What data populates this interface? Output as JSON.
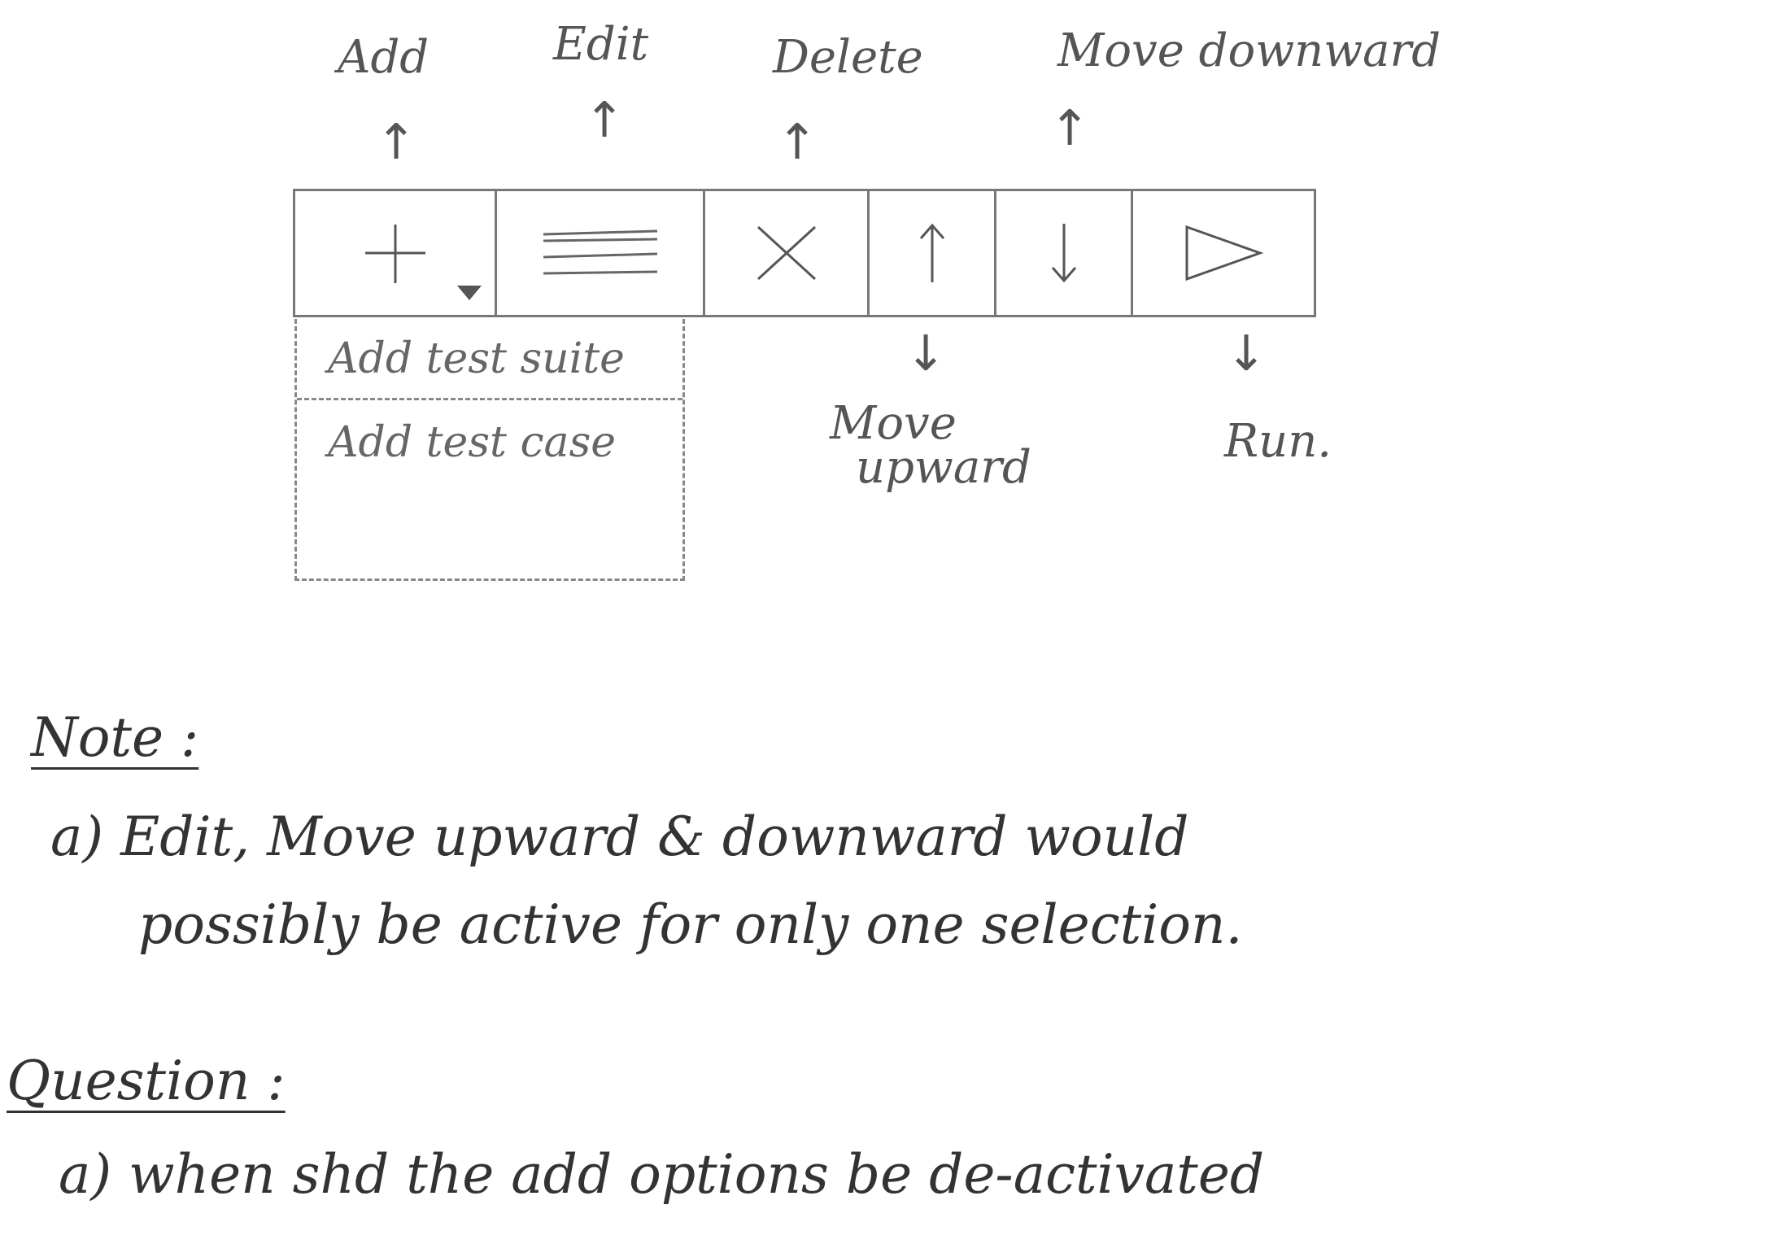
{
  "top_labels": {
    "add": "Add",
    "edit": "Edit",
    "delete": "Delete",
    "move_downward": "Move downward"
  },
  "bottom_labels": {
    "move_upward_line1": "Move",
    "move_upward_line2": "upward",
    "run": "Run."
  },
  "toolbar": {
    "buttons": [
      {
        "name": "add",
        "icon": "plus-icon",
        "has_dropdown": true
      },
      {
        "name": "edit",
        "icon": "menu-lines-icon"
      },
      {
        "name": "delete",
        "icon": "close-icon"
      },
      {
        "name": "move-up",
        "icon": "arrow-up-icon"
      },
      {
        "name": "move-down",
        "icon": "arrow-down-icon"
      },
      {
        "name": "run",
        "icon": "play-icon"
      }
    ]
  },
  "dropdown": {
    "items": [
      "Add test suite",
      "Add test case"
    ]
  },
  "note": {
    "heading": "Note :",
    "item_a_line1": "a)  Edit, Move upward & downward would",
    "item_a_line2": "possibly be active for only one selection."
  },
  "question": {
    "heading": "Question :",
    "item_a": "a)  when shd the add options be de-activated"
  }
}
